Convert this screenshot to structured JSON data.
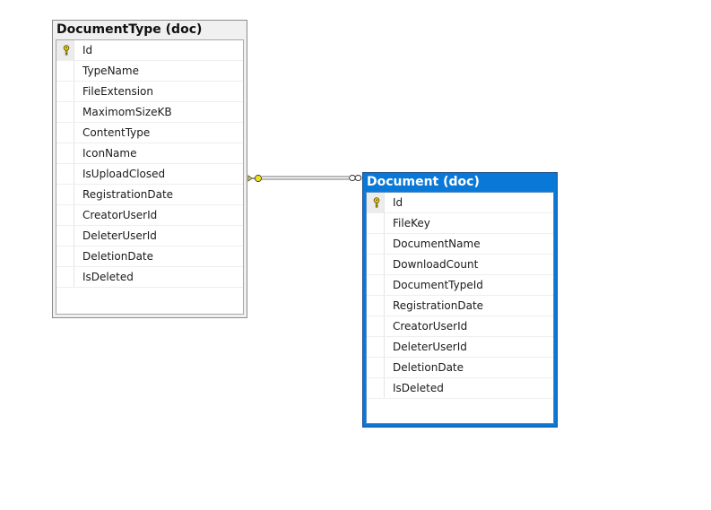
{
  "tables": [
    {
      "id": "doctype",
      "title": "DocumentType (doc)",
      "columns": [
        {
          "name": "Id",
          "key": true
        },
        {
          "name": "TypeName",
          "key": false
        },
        {
          "name": "FileExtension",
          "key": false
        },
        {
          "name": "MaximomSizeKB",
          "key": false
        },
        {
          "name": "ContentType",
          "key": false
        },
        {
          "name": "IconName",
          "key": false
        },
        {
          "name": "IsUploadClosed",
          "key": false
        },
        {
          "name": "RegistrationDate",
          "key": false
        },
        {
          "name": "CreatorUserId",
          "key": false
        },
        {
          "name": "DeleterUserId",
          "key": false
        },
        {
          "name": "DeletionDate",
          "key": false
        },
        {
          "name": "IsDeleted",
          "key": false
        }
      ]
    },
    {
      "id": "document",
      "title": "Document (doc)",
      "selected": true,
      "columns": [
        {
          "name": "Id",
          "key": true
        },
        {
          "name": "FileKey",
          "key": false
        },
        {
          "name": "DocumentName",
          "key": false
        },
        {
          "name": "DownloadCount",
          "key": false
        },
        {
          "name": "DocumentTypeId",
          "key": false
        },
        {
          "name": "RegistrationDate",
          "key": false
        },
        {
          "name": "CreatorUserId",
          "key": false
        },
        {
          "name": "DeleterUserId",
          "key": false
        },
        {
          "name": "DeletionDate",
          "key": false
        },
        {
          "name": "IsDeleted",
          "key": false
        }
      ]
    }
  ],
  "relationship": {
    "from": "Document",
    "to": "DocumentType",
    "one_end_icon": "key-icon",
    "many_end_icon": "infinity-icon"
  },
  "colors": {
    "selected_header": "#0a78d7",
    "key_yellow": "#f2e21b",
    "connector": "#707070"
  }
}
